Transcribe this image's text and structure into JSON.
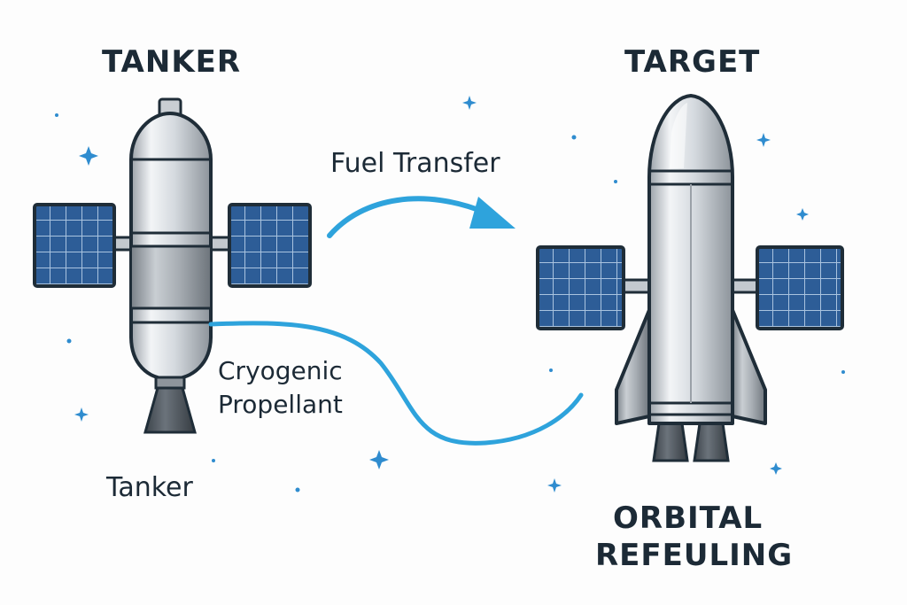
{
  "labels": {
    "tanker_heading": "TANKER",
    "target_heading": "TARGET",
    "fuel_transfer": "Fuel Transfer",
    "cryogenic_line1": "Cryogenic",
    "cryogenic_line2": "Propellant",
    "tanker_caption": "Tanker",
    "orbital_line1": "ORBITAL",
    "orbital_line2": "REFEULING"
  },
  "colors": {
    "outline": "#1f2d38",
    "arrow": "#2ea3dc",
    "panel": "#2d5d97",
    "panel_grid": "#a9c3df",
    "hull_light": "#eef1f4",
    "hull_mid": "#c3c9cf",
    "hull_dark": "#8e959c",
    "nozzle": "#4f5860",
    "star": "#2f8ccf"
  },
  "icons": {
    "tanker": "tanker-spacecraft-icon",
    "target": "rocket-spacecraft-icon",
    "star": "sparkle-star-icon"
  }
}
